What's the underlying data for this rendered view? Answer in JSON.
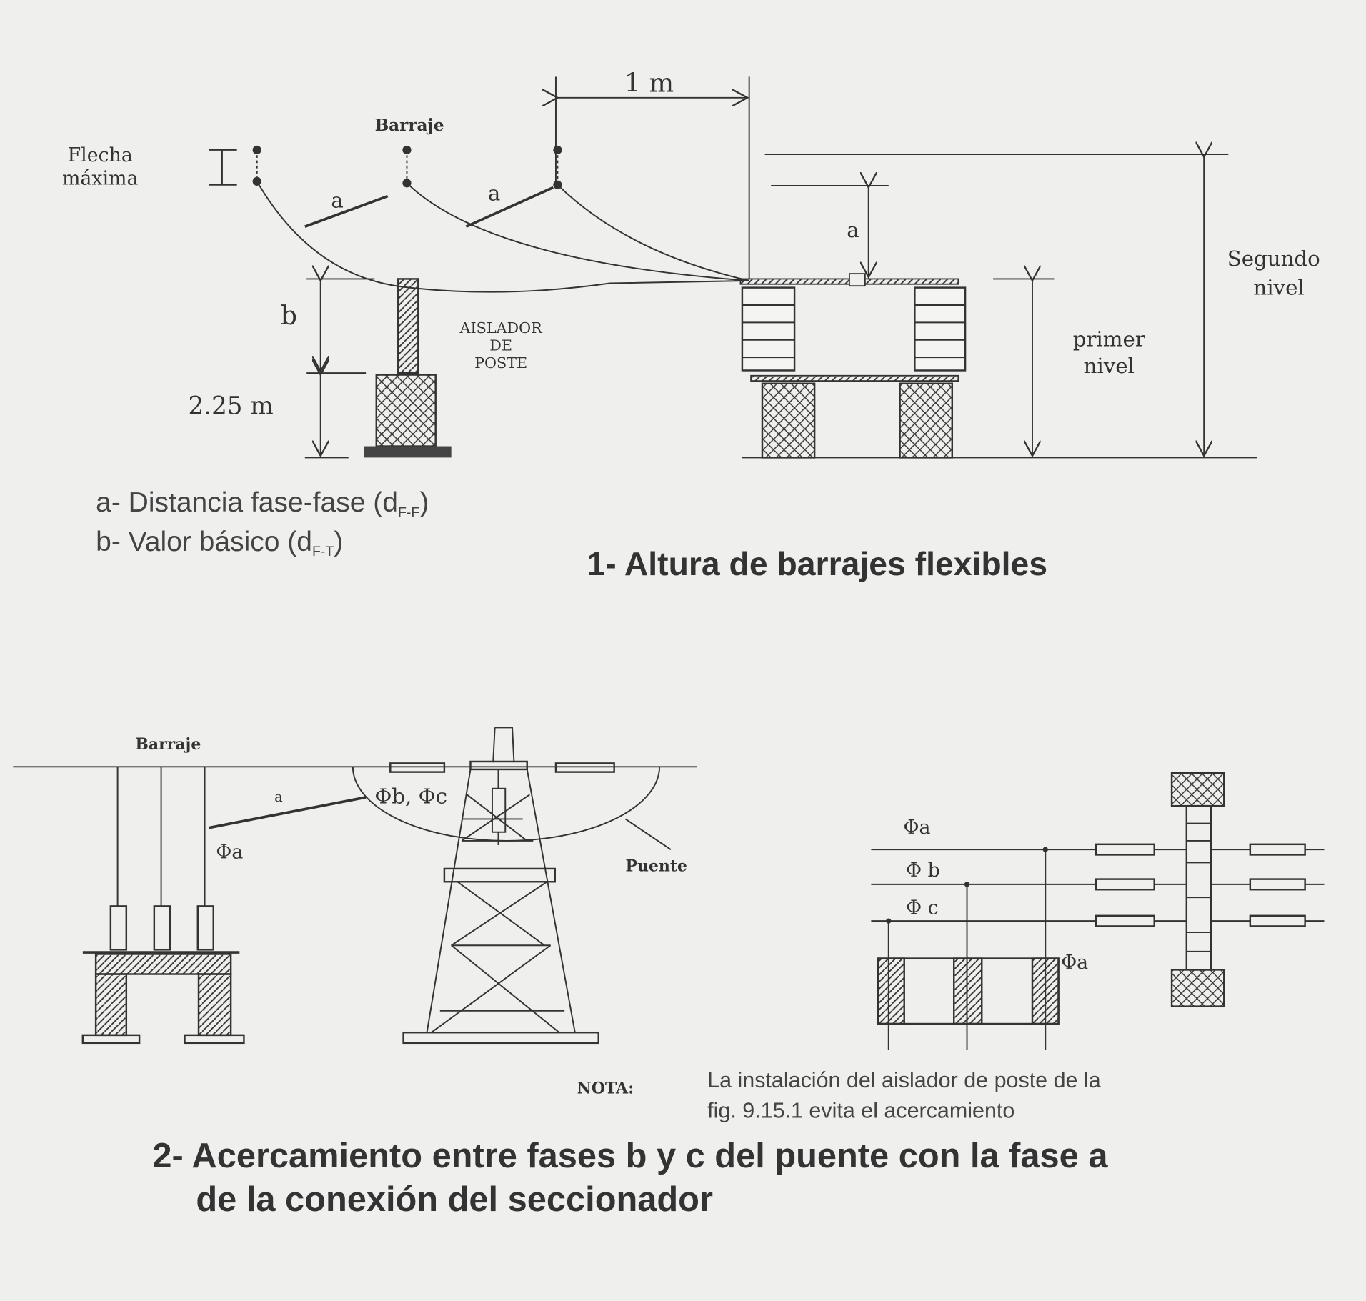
{
  "figure1": {
    "dim_1m": "1 m",
    "barraje": "Barraje",
    "flecha_line1": "Flecha",
    "flecha_line2": "máxima",
    "a_label": "a",
    "b_label": "b",
    "dim_225": "2.25 m",
    "aislador_line1": "AISLADOR",
    "aislador_line2": "DE",
    "aislador_line3": "POSTE",
    "segundo_line1": "Segundo",
    "segundo_line2": "nivel",
    "primer_line1": "primer",
    "primer_line2": "nivel",
    "legend_a": "a- Distancia fase-fase (d",
    "legend_a_sub": "F-F",
    "legend_b": "b- Valor básico (d",
    "legend_b_sub": "F-T",
    "close_paren": ")",
    "title": "1- Altura de barrajes flexibles"
  },
  "figure2": {
    "barraje": "Barraje",
    "a_label": "a",
    "phi_a": "Φa",
    "phi_bc": "Φb, Φc",
    "puente": "Puente",
    "phi_b": "Φ b",
    "phi_c": "Φ c",
    "nota_label": "NOTA:",
    "nota_line1": "La instalación del aislador de poste de la",
    "nota_line2": "fig. 9.15.1 evita el acercamiento",
    "title_line1": "2- Acercamiento entre fases b y c del puente con la fase a",
    "title_line2": "de la conexión del seccionador"
  }
}
